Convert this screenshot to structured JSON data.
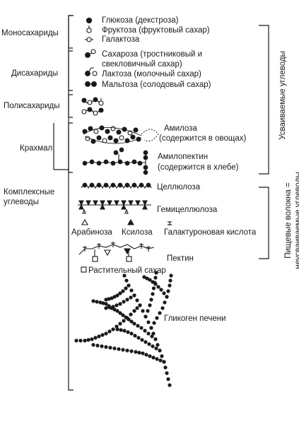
{
  "categories": {
    "mono": "Моносахариды",
    "di": "Дисахариды",
    "poly": "Полисахариды",
    "starch": "Крахмал",
    "complex": [
      "Комплексные",
      "углеводы"
    ]
  },
  "mono_items": {
    "glucose": "Глюкоза (декстроза)",
    "fructose": "Фруктоза (фруктовый сахар)",
    "galactose": "Галактоза"
  },
  "di_items": {
    "sucrose": [
      "Сахароза (тростниковый и",
      "свекловичный сахар)"
    ],
    "lactose": "Лактоза (молочный сахар)",
    "maltose": "Мальтоза (солодовый сахар)"
  },
  "starch_items": {
    "amylose": [
      "Амилоза",
      "(содержится в овощах)"
    ],
    "amylopectin": [
      "Амилопектин",
      "(содержится в хлебе)"
    ]
  },
  "complex_items": {
    "cellulose": "Целлюлоза",
    "hemicellulose": "Гемицеллюлоза",
    "arabinose": "Арабиноза",
    "xylose": "Ксилоза",
    "galacturonic": "Галактуроновая кислота",
    "pectin": "Пектин",
    "plant_sugar": "Растительный сахар",
    "glycogen": "Гликоген печени"
  },
  "side_labels": {
    "digestible": "Усваиваемые углеводы",
    "fiber": [
      "Пищевые волокна =",
      "неусваиваемые углеводы"
    ]
  }
}
